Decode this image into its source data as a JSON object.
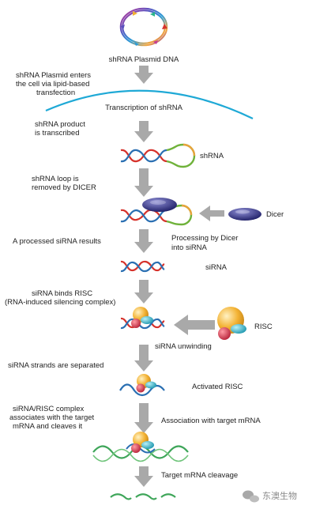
{
  "diagram": {
    "plasmid_title": "shRNA Plasmid DNA",
    "left_notes": [
      [
        "shRNA Plasmid enters",
        "the cell via lipid-based",
        "transfection"
      ],
      [
        "shRNA product",
        "is transcribed"
      ],
      [
        "shRNA loop is",
        "removed by DICER"
      ],
      [
        "A processed siRNA results"
      ],
      [
        "siRNA binds RISC",
        "(RNA-induced silencing complex)"
      ],
      [
        "siRNA strands are separated"
      ],
      [
        "siRNA/RISC complex",
        "associates with the target",
        "mRNA and cleaves it"
      ]
    ],
    "right_labels": {
      "transcription": "Transcription of shRNA",
      "shrna": "shRNA",
      "dicer": "Dicer",
      "processing": [
        "Processing by Dicer",
        "into siRNA"
      ],
      "sirna": "siRNA",
      "risc": "RISC",
      "unwinding": "siRNA unwinding",
      "activated_risc": "Activated RISC",
      "association": "Association with target mRNA",
      "cleavage": "Target mRNA cleavage"
    },
    "watermark": "东澳生物"
  },
  "colors": {
    "arrow": "#a9a9a9",
    "membrane": "#1fa9d6",
    "strand_red": "#d6322b",
    "strand_blue": "#2a6fb2",
    "loop_green": "#6fb23a",
    "loop_orange": "#e8a33b",
    "dicer": "#3a3a8c",
    "risc_yellow": "#f3b233",
    "risc_red": "#d63a4a",
    "risc_cyan": "#2bb3c8",
    "mrna_green": "#3fa65a"
  }
}
